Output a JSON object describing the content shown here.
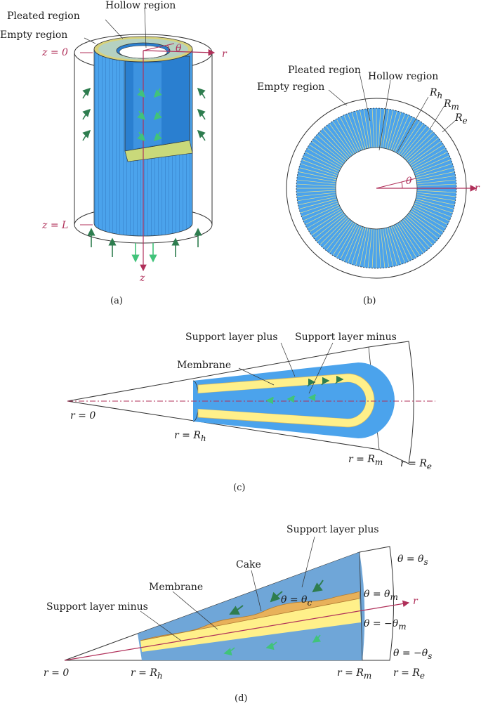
{
  "panel_a": {
    "label_hollow": "Hollow region",
    "label_pleated": "Pleated region",
    "label_empty": "Empty region",
    "axis_z0": "z = 0",
    "axis_zL": "z = L",
    "axis_r": "r",
    "axis_z": "z",
    "axis_theta": "θ",
    "caption": "(a)"
  },
  "panel_b": {
    "label_pleated": "Pleated region",
    "label_hollow": "Hollow region",
    "label_empty": "Empty region",
    "label_Rh": "R",
    "label_Rh_sub": "h",
    "label_Rm": "R",
    "label_Rm_sub": "m",
    "label_Re": "R",
    "label_Re_sub": "e",
    "axis_r": "r",
    "axis_theta": "θ",
    "caption": "(b)"
  },
  "panel_c": {
    "label_support_plus": "Support layer plus",
    "label_support_minus": "Support layer minus",
    "label_membrane": "Membrane",
    "label_r0": "r = 0",
    "label_rRh": "r = R",
    "label_rRh_sub": "h",
    "label_rRm": "r = R",
    "label_rRm_sub": "m",
    "label_rRe": "r = R",
    "label_rRe_sub": "e",
    "caption": "(c)"
  },
  "panel_d": {
    "label_support_plus": "Support layer plus",
    "label_cake": "Cake",
    "label_membrane": "Membrane",
    "label_support_minus": "Support layer minus",
    "label_theta_s": "θ = θ",
    "label_theta_s_sub": "s",
    "label_theta_m": "θ = θ",
    "label_theta_m_sub": "m",
    "label_theta_c": "θ = θ",
    "label_theta_c_sub": "c",
    "label_theta_neg_m": "θ = −θ",
    "label_theta_neg_m_sub": "m",
    "label_theta_neg_s": "θ = −θ",
    "label_theta_neg_s_sub": "s",
    "label_r0": "r = 0",
    "label_rRh": "r = R",
    "label_rRh_sub": "h",
    "label_rRm": "r = R",
    "label_rRm_sub": "m",
    "label_rRe": "r = R",
    "label_rRe_sub": "e",
    "axis_r": "r",
    "caption": "(d)"
  },
  "colors": {
    "filter_blue": "#4ba3ec",
    "dark_blue": "#2a7fd0",
    "membrane_yellow": "#fff08a",
    "cake_orange": "#e8b15a",
    "axis_red": "#b0305a",
    "arrow_dark_green": "#2e7d4f",
    "arrow_light_green": "#41c37a"
  }
}
